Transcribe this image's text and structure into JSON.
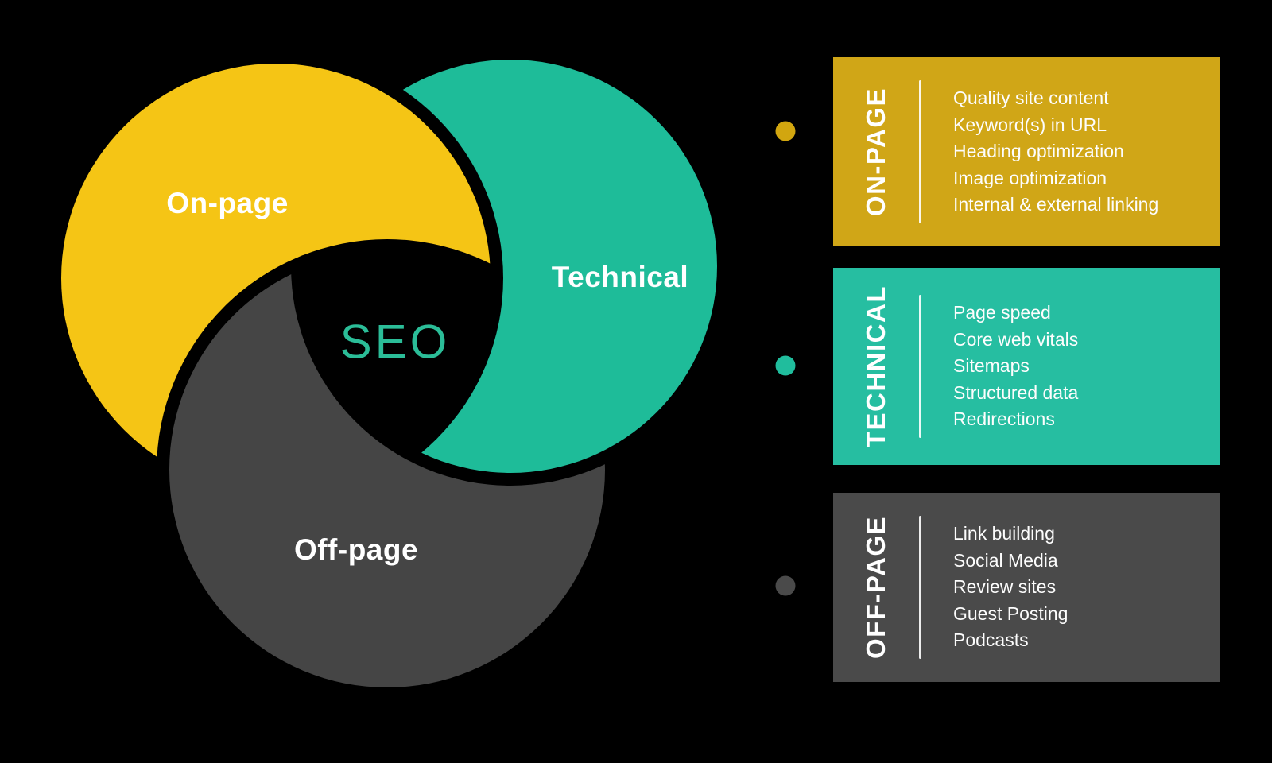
{
  "diagram": {
    "center_label": "SEO",
    "center_label_color": "#2BBD98",
    "circles": {
      "on_page": {
        "label": "On-page",
        "color": "#F5C515"
      },
      "technical": {
        "label": "Technical",
        "color": "#1EBC99"
      },
      "off_page": {
        "label": "Off-page",
        "color": "#454545"
      }
    }
  },
  "legend_dots": {
    "on_page": "#D2A60F",
    "technical": "#20BD9D",
    "off_page": "#4A4A4A"
  },
  "cards": {
    "on_page": {
      "title": "ON-PAGE",
      "bg": "#D0A617",
      "items": [
        "Quality site content",
        "Keyword(s) in URL",
        "Heading optimization",
        "Image optimization",
        "Internal & external linking"
      ]
    },
    "technical": {
      "title": "TECHNICAL",
      "bg": "#26BEA1",
      "items": [
        "Page speed",
        "Core web vitals",
        "Sitemaps",
        "Structured data",
        "Redirections"
      ]
    },
    "off_page": {
      "title": "OFF-PAGE",
      "bg": "#4A4A4A",
      "items": [
        "Link building",
        "Social Media",
        "Review sites",
        "Guest Posting",
        "Podcasts"
      ]
    }
  }
}
